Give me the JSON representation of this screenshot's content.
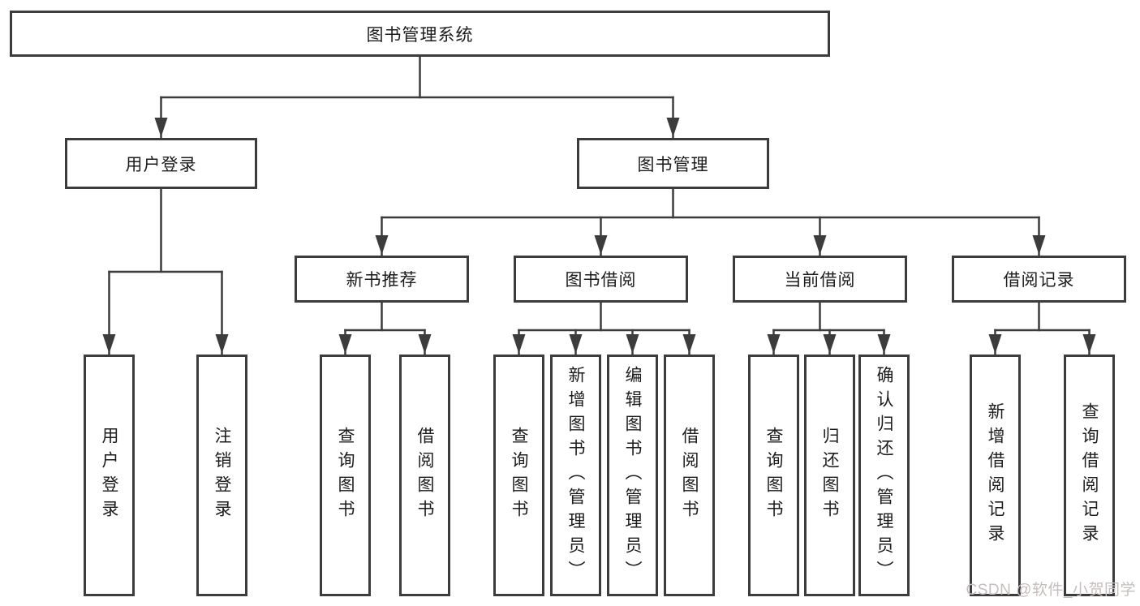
{
  "colors": {
    "line": "#3c3c3c",
    "box_border": "#3c3c3c",
    "text": "#1c1c1c",
    "watermark": "#c6bdbd",
    "background": "#ffffff"
  },
  "diagram": {
    "root": {
      "label": "图书管理系统"
    },
    "level1": [
      {
        "label": "用户登录"
      },
      {
        "label": "图书管理"
      }
    ],
    "level2": [
      {
        "label": "新书推荐"
      },
      {
        "label": "图书借阅"
      },
      {
        "label": "当前借阅"
      },
      {
        "label": "借阅记录"
      }
    ],
    "leaves": {
      "login": [
        {
          "label": "用户登录"
        },
        {
          "label": "注销登录"
        }
      ],
      "newbook": [
        {
          "label": "查询图书"
        },
        {
          "label": "借阅图书"
        }
      ],
      "borrow": [
        {
          "label": "查询图书"
        },
        {
          "label": "新增图书（管理员）"
        },
        {
          "label": "编辑图书（管理员）"
        },
        {
          "label": "借阅图书"
        }
      ],
      "current": [
        {
          "label": "查询图书"
        },
        {
          "label": "归还图书"
        },
        {
          "label": "确认归还（管理员）"
        }
      ],
      "record": [
        {
          "label": "新增借阅记录"
        },
        {
          "label": "查询借阅记录"
        }
      ]
    }
  },
  "watermark": {
    "text": "CSDN @软件_小贺同学"
  }
}
